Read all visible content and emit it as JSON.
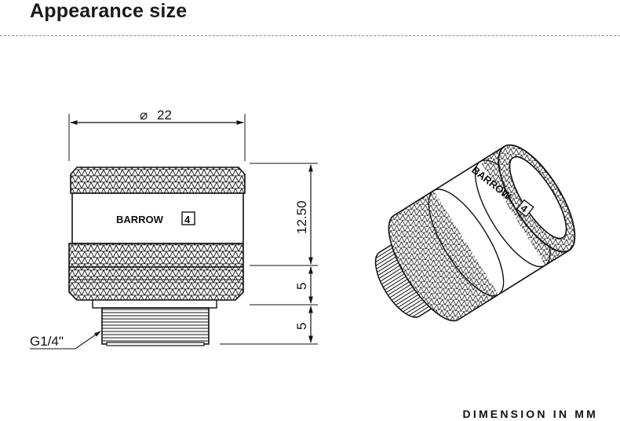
{
  "header": {
    "title": "Appearance size"
  },
  "drawing": {
    "diameter_symbol": "⌀",
    "diameter_value": "22",
    "height_top": "12.50",
    "height_mid": "5",
    "height_bottom": "5",
    "thread_label": "G1/4\"",
    "brand_text": "BARROW",
    "brand_mark": "4"
  },
  "footer": {
    "unit_note": "DIMENSION IN MM"
  }
}
